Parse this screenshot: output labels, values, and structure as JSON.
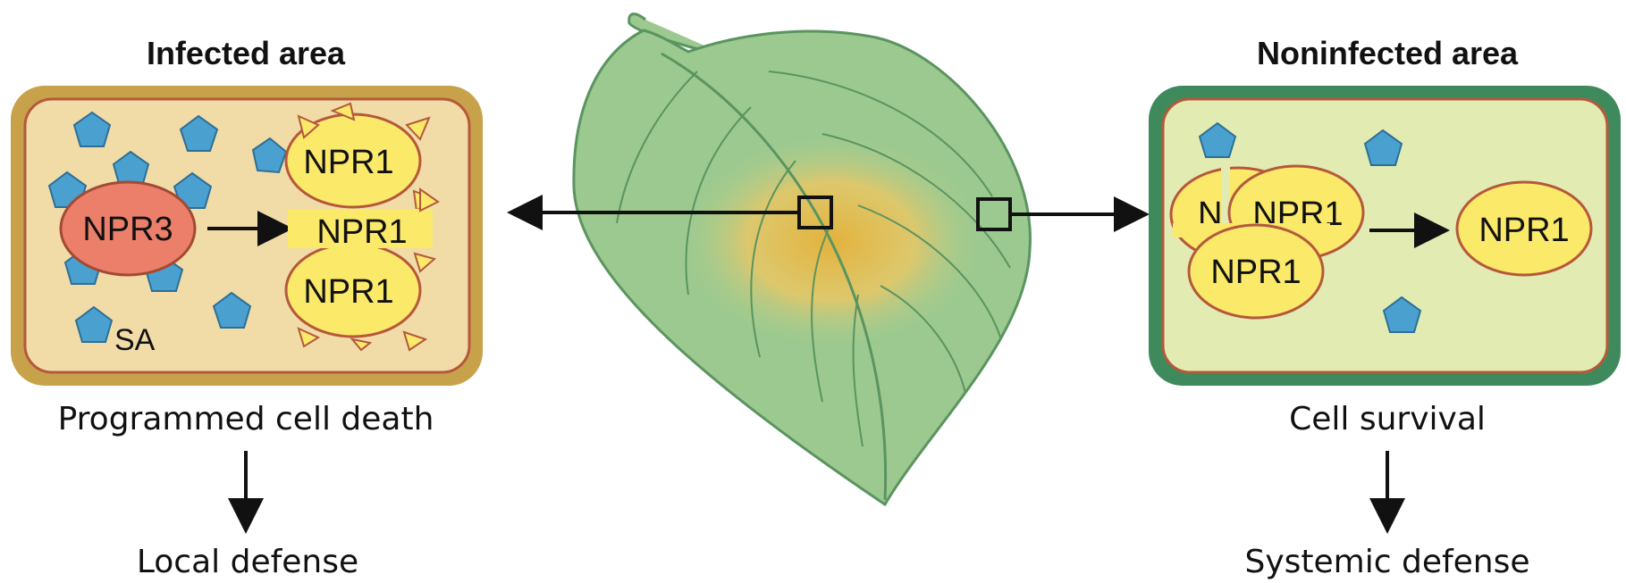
{
  "left_panel": {
    "title": "Infected area",
    "caption": "Programmed cell death",
    "outcome": "Local defense",
    "proteins": {
      "receptor": "NPR3",
      "degraded_top": "NPR1",
      "degraded_middle": "NPR1",
      "degraded_bottom": "NPR1"
    },
    "molecule_label": "SA"
  },
  "right_panel": {
    "title": "Noninfected area",
    "caption": "Cell survival",
    "outcome": "Systemic defense",
    "proteins": {
      "oligomer_back": "N",
      "oligomer_top": "NPR1",
      "oligomer_front": "NPR1",
      "monomer": "NPR1"
    }
  },
  "colors": {
    "infected_cell_wall": "#c8a24a",
    "infected_cell_fill": "#f1dca8",
    "infected_membrane": "#b5583b",
    "noninfected_cell_wall": "#3e8a5c",
    "noninfected_cell_fill": "#e2ebb2",
    "npr1_fill": "#fbe96a",
    "npr1_stroke": "#b5583b",
    "npr3_fill": "#ec7f69",
    "sa_fill": "#4aa0cf",
    "leaf_fill": "#9cc98f",
    "leaf_stroke": "#5a9460",
    "infection_spot": "#e0b440"
  }
}
